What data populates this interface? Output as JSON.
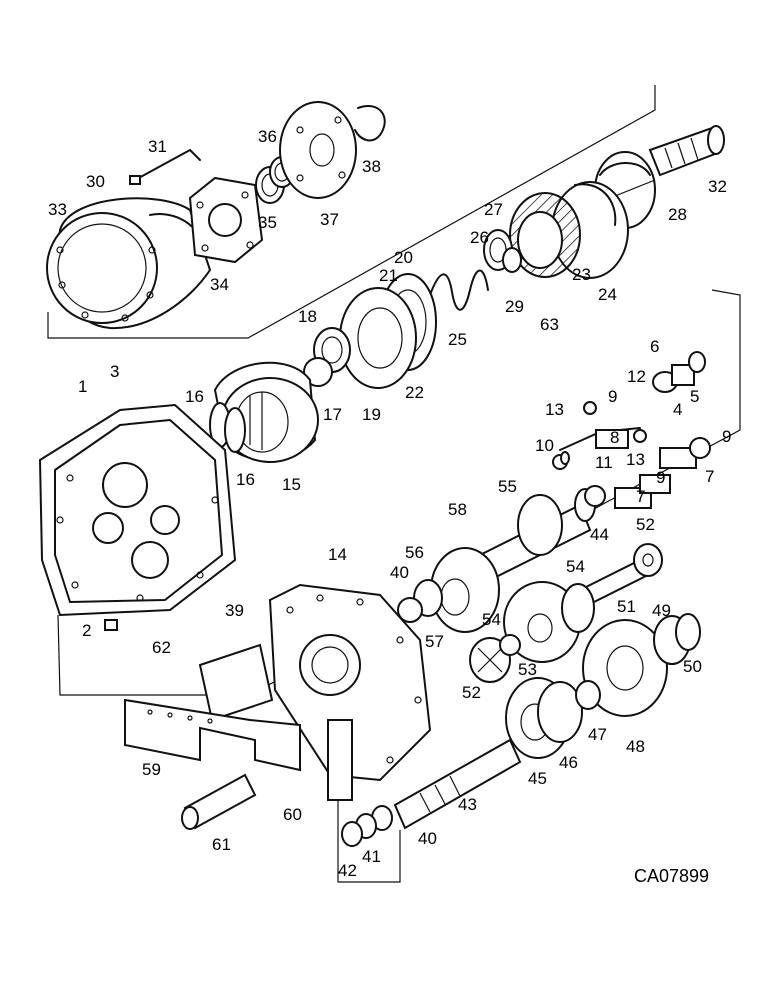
{
  "drawing_code": "CA07899",
  "callouts": [
    "1",
    "2",
    "3",
    "4",
    "5",
    "6",
    "7",
    "7",
    "8",
    "9",
    "9",
    "9",
    "10",
    "11",
    "12",
    "13",
    "13",
    "14",
    "15",
    "16",
    "16",
    "17",
    "18",
    "19",
    "20",
    "21",
    "22",
    "23",
    "24",
    "25",
    "26",
    "27",
    "28",
    "29",
    "30",
    "31",
    "32",
    "33",
    "34",
    "35",
    "36",
    "37",
    "38",
    "39",
    "40",
    "40",
    "40",
    "41",
    "42",
    "43",
    "44",
    "45",
    "46",
    "47",
    "48",
    "49",
    "50",
    "51",
    "52",
    "52",
    "53",
    "54",
    "54",
    "55",
    "56",
    "57",
    "58",
    "59",
    "60",
    "61",
    "62",
    "63"
  ]
}
